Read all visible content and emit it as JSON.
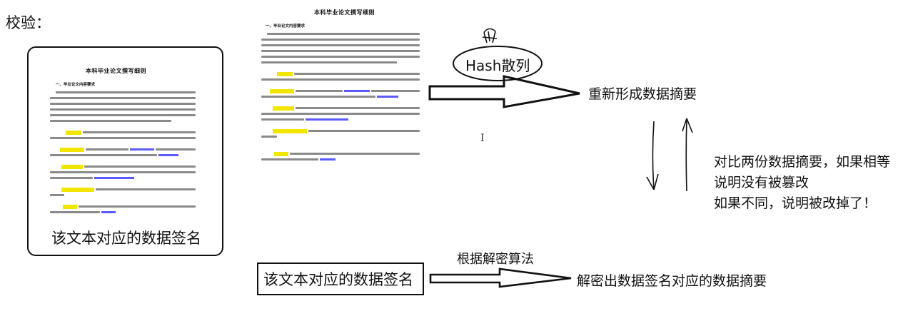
{
  "heading": "校验：",
  "document": {
    "title": "本科毕业论文撰写细则",
    "section": "一、毕业论文内容要求"
  },
  "hash_label": "Hash散列",
  "regen_label": "重新形成数据摘要",
  "signature_label": "该文本对应的数据签名",
  "decrypt_caption": "根据解密算法",
  "decrypt_result": "解密出数据签名对应的数据摘要",
  "compare_text": [
    "对比两份数据摘要，如果相等",
    "说明没有被篡改",
    "如果不同，说明被改掉了！"
  ],
  "cursor_glyph": "I",
  "colors": {
    "highlight": "#f2e600",
    "link": "#5a5aff",
    "ink": "#111111"
  }
}
